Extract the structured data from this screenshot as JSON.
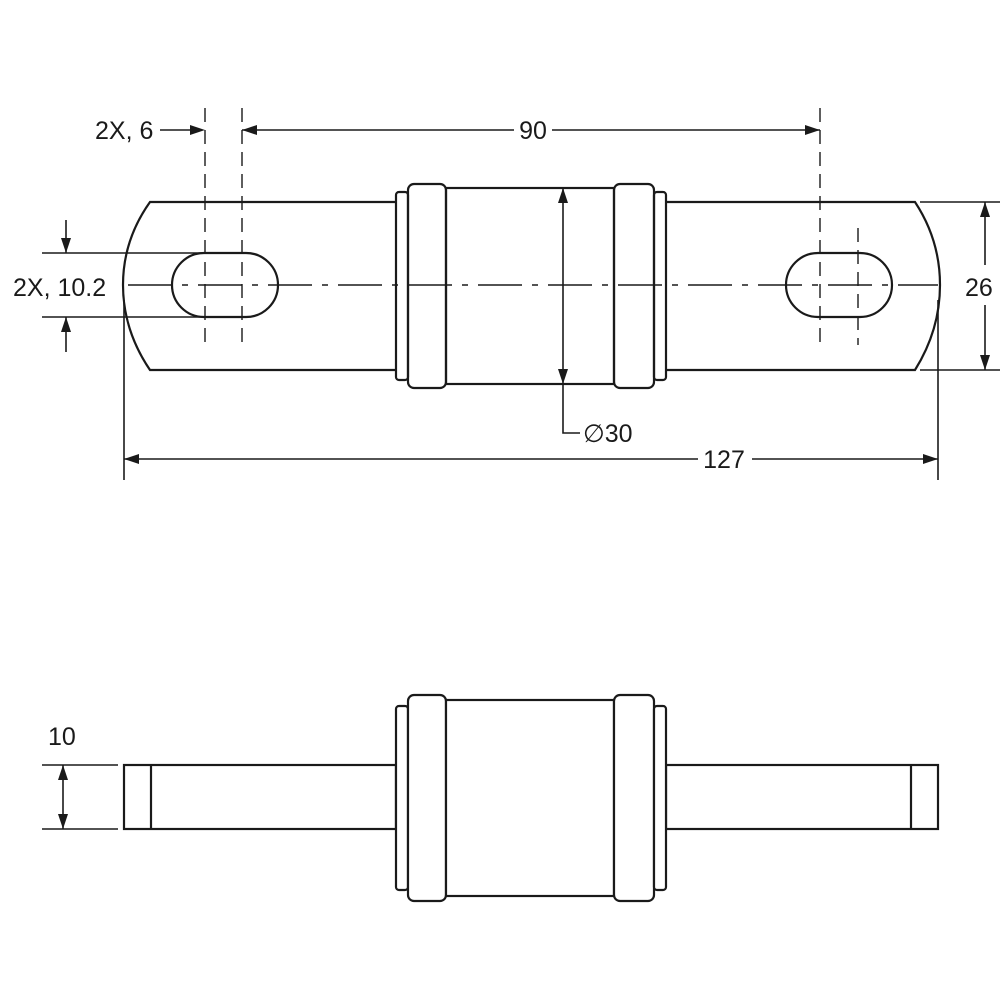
{
  "drawing": {
    "top_view": {
      "slot_width_label": "2X, 6",
      "hole_spacing_label": "90",
      "slot_length_label": "2X, 10.2",
      "tab_width_label": "26",
      "body_diameter_label": "∅30",
      "overall_length_label": "127"
    },
    "side_view": {
      "tab_thickness_label": "10"
    }
  }
}
